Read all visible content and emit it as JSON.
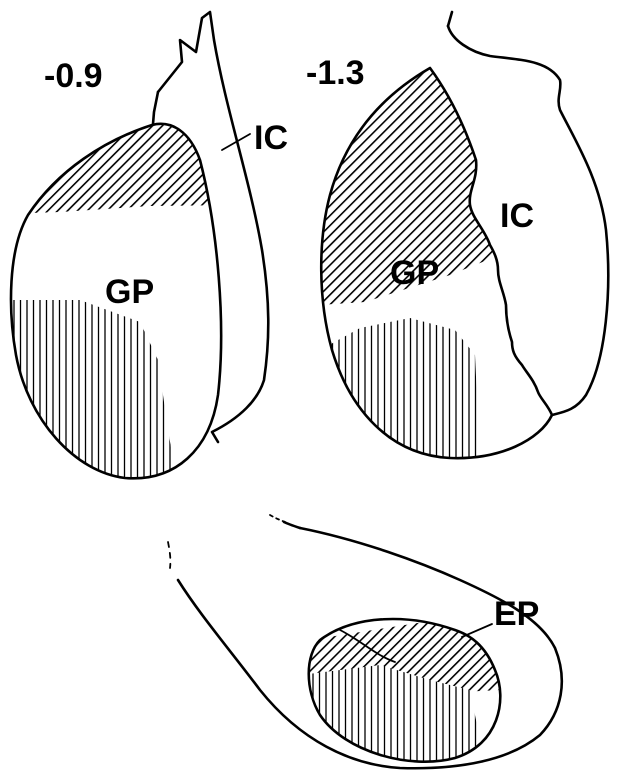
{
  "panels": {
    "left": {
      "section_label": "-0.9",
      "ic_label": "IC",
      "gp_label": "GP"
    },
    "right": {
      "section_label": "-1.3",
      "ic_label": "IC",
      "gp_label": "GP"
    },
    "bottom": {
      "ep_label": "EP"
    }
  },
  "colors": {
    "ink": "#000000",
    "background": "#ffffff"
  }
}
